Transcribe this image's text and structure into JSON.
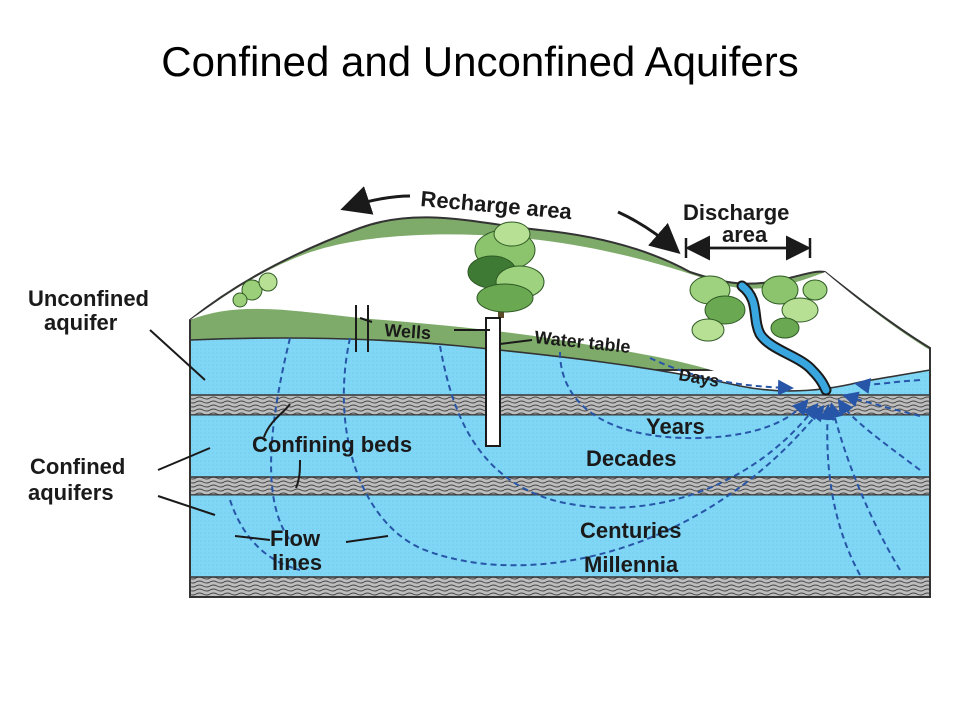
{
  "title": "Confined and Unconfined Aquifers",
  "labels": {
    "recharge_area": "Recharge area",
    "discharge_line1": "Discharge",
    "discharge_line2": "area",
    "unconfined_line1": "Unconfined",
    "unconfined_line2": "aquifer",
    "wells": "Wells",
    "water_table": "Water table",
    "days": "Days",
    "years": "Years",
    "decades": "Decades",
    "confining_beds": "Confining beds",
    "confined_line1": "Confined",
    "confined_line2": "aquifers",
    "flow_line1": "Flow",
    "flow_line2": "lines",
    "centuries": "Centuries",
    "millennia": "Millennia"
  },
  "colors": {
    "water": "#7fd6f5",
    "water_dark": "#5ec4ea",
    "hill": "#7fab6a",
    "hill_dark": "#5e8a4d",
    "bed": "#4a4a4a",
    "flow_line": "#2756a8",
    "stream": "#3aa6e0",
    "tree": "#9ccf7a"
  }
}
